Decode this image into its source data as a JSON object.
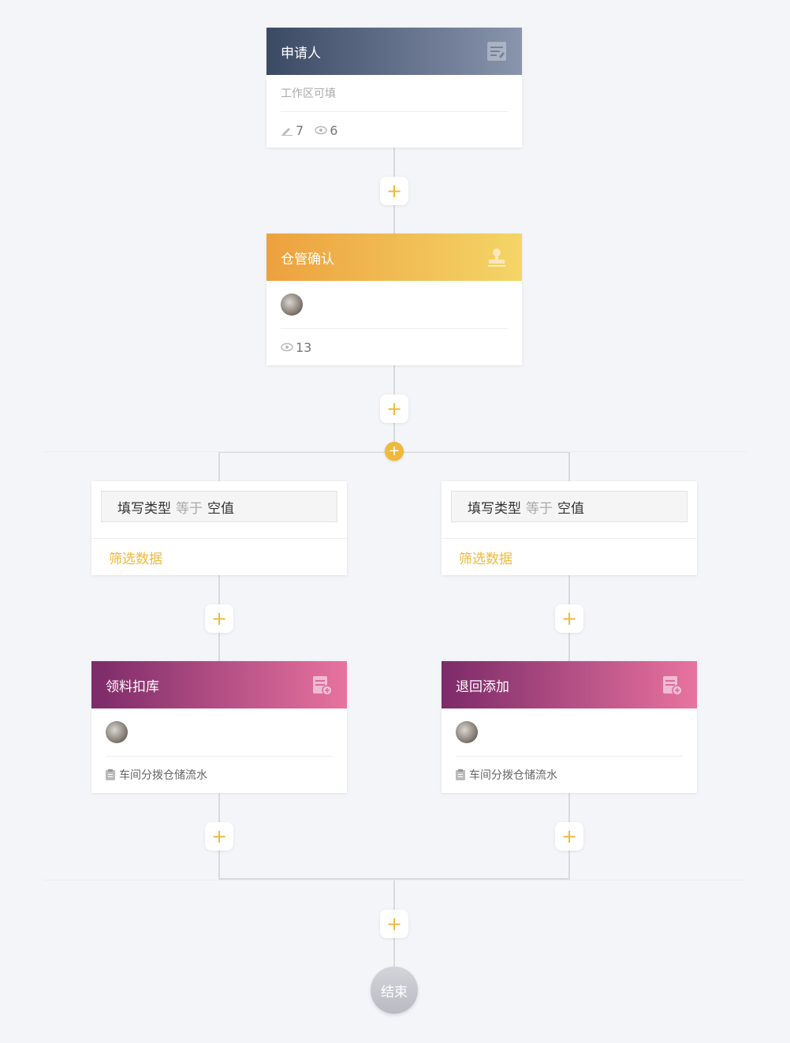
{
  "applicant": {
    "title": "申请人",
    "subtitle": "工作区可填",
    "edit_count": "7",
    "view_count": "6"
  },
  "warehouse": {
    "title": "仓管确认",
    "view_count": "13"
  },
  "branches": [
    {
      "condition": {
        "field": "填写类型",
        "operator": "等于",
        "value": "空值"
      },
      "filter_label": "筛选数据",
      "action": {
        "title": "领料扣库",
        "footer": "车间分拨仓储流水"
      }
    },
    {
      "condition": {
        "field": "填写类型",
        "operator": "等于",
        "value": "空值"
      },
      "filter_label": "筛选数据",
      "action": {
        "title": "退回添加",
        "footer": "车间分拨仓储流水"
      }
    }
  ],
  "add_symbol": "+",
  "end_label": "结束",
  "colors": {
    "accent": "#f0b93b",
    "gray_header": "#3b4a63",
    "orange_header": "#eda13e",
    "purple_header": "#7c2a69"
  }
}
